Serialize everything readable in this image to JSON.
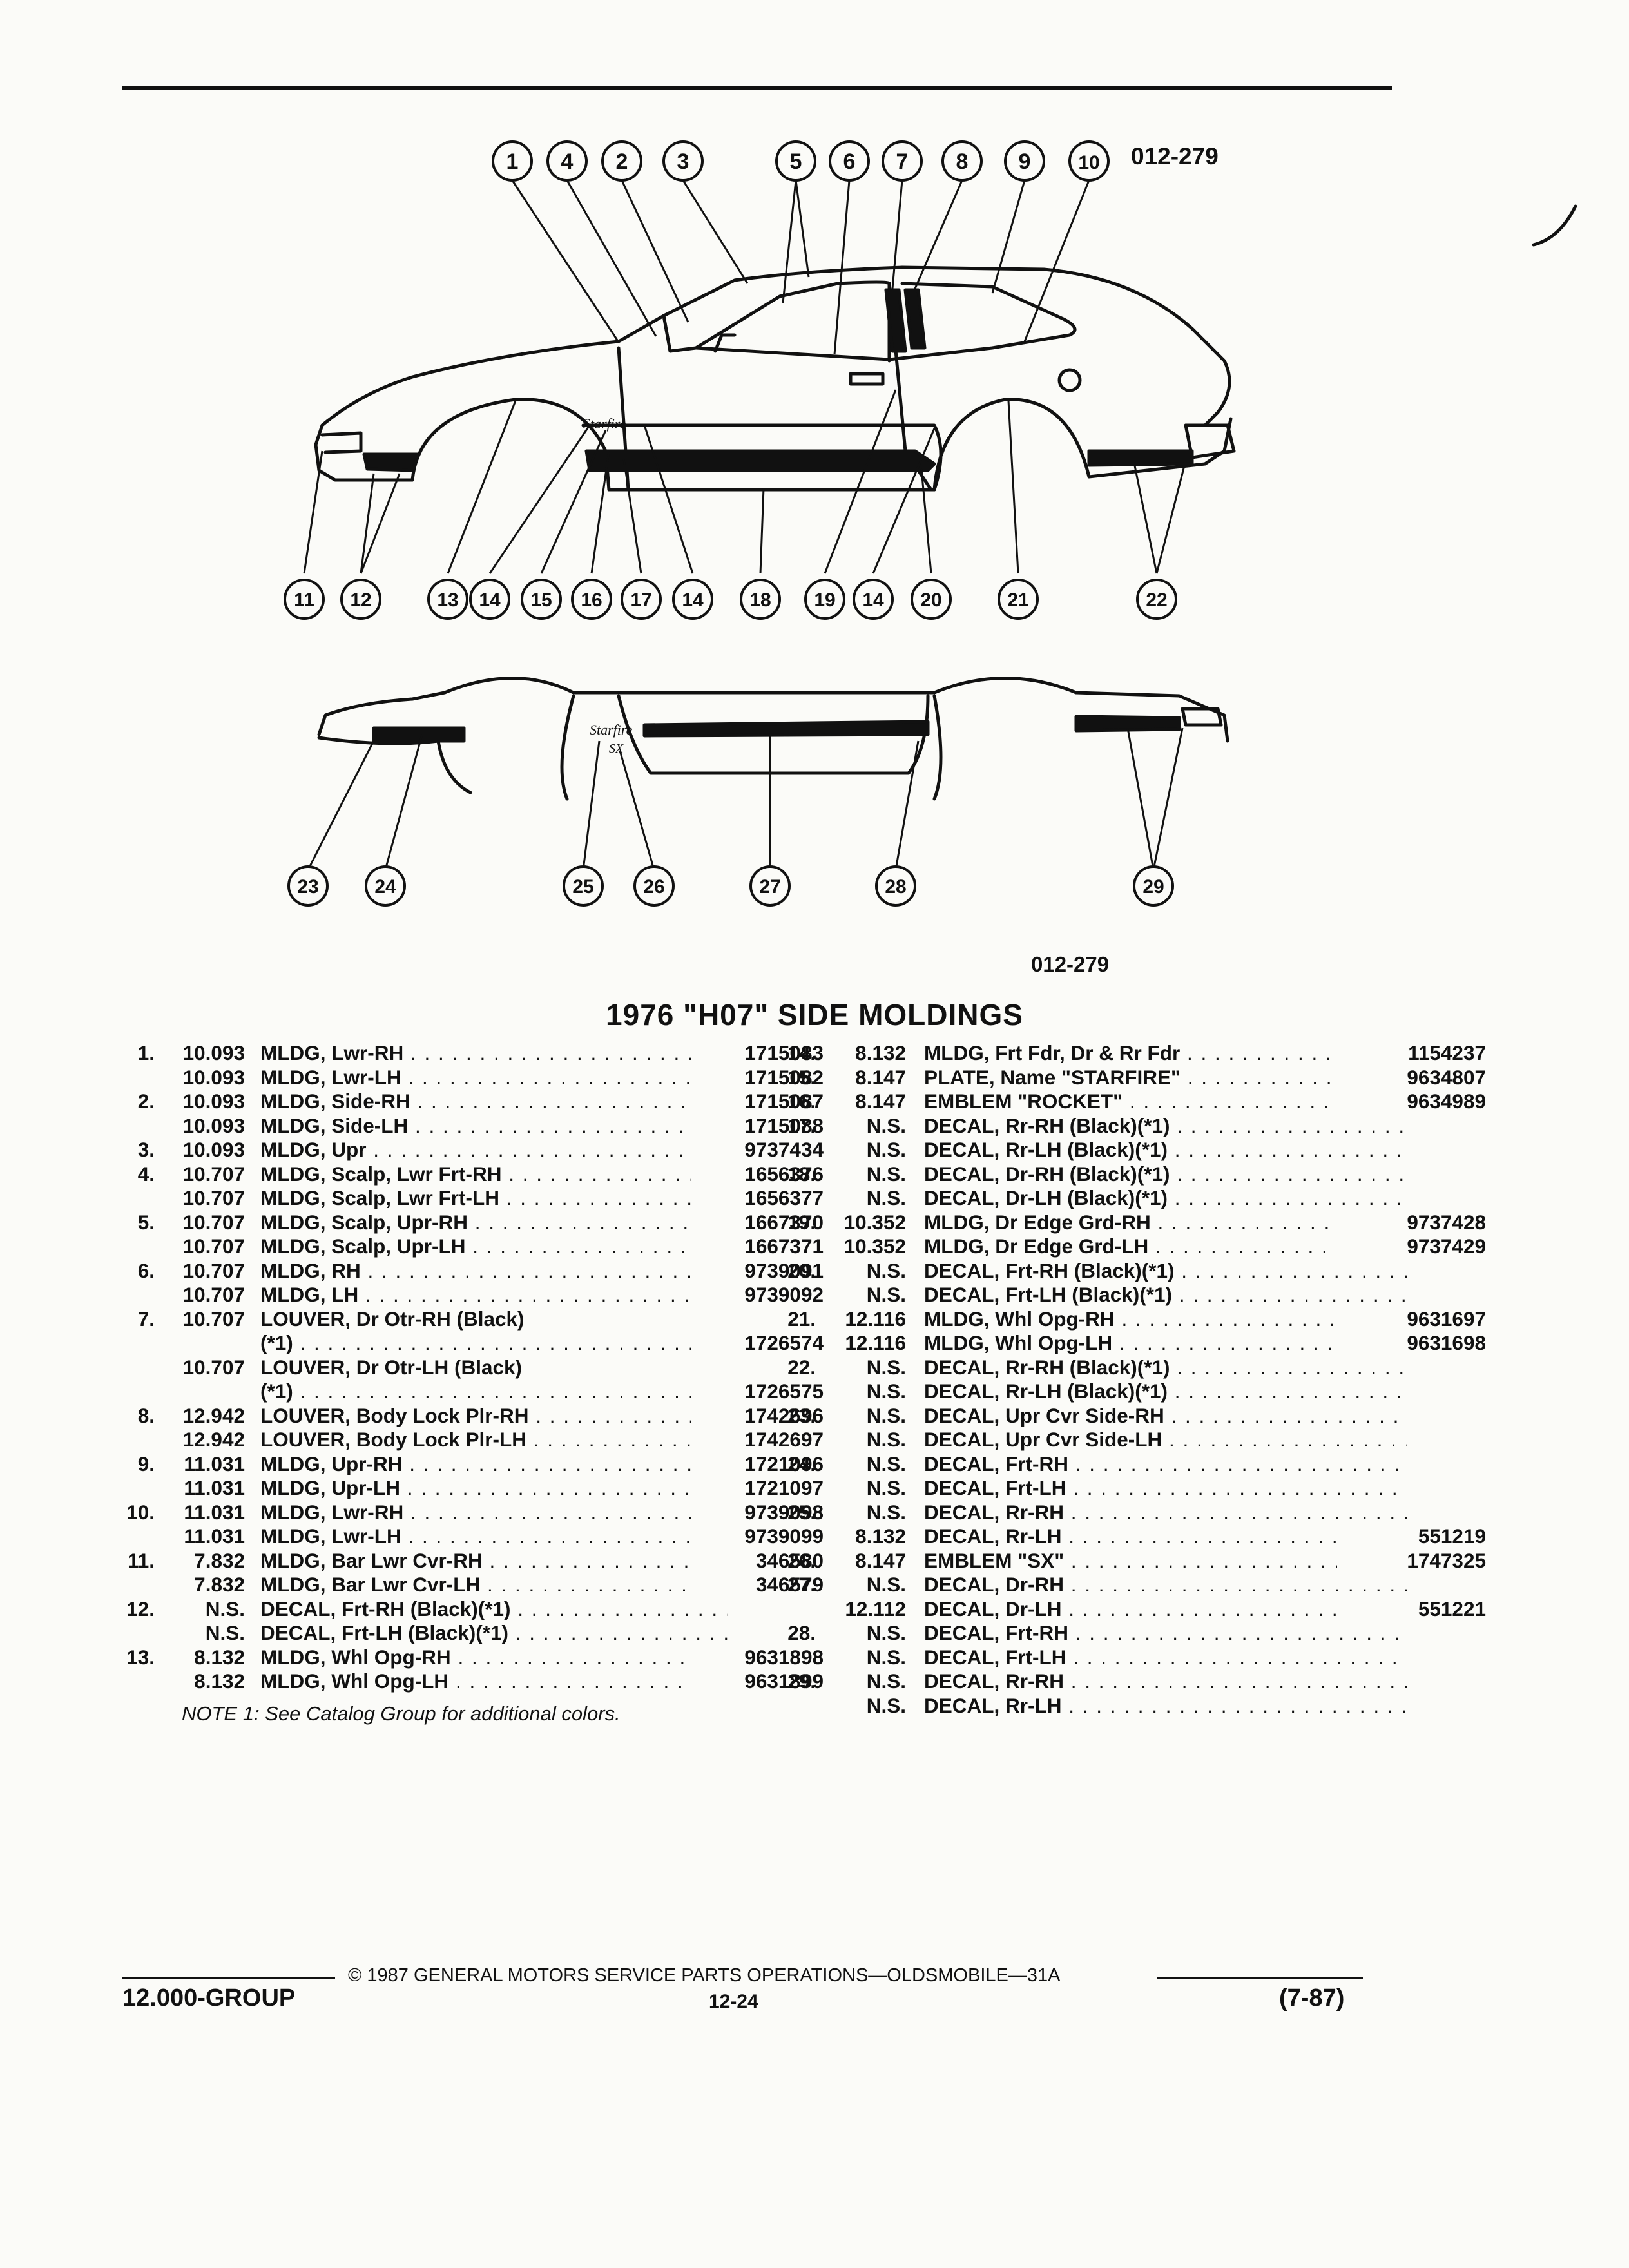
{
  "figure": {
    "code_top": "012-279",
    "code_bottom": "012-279"
  },
  "callouts_top": [
    "1",
    "4",
    "2",
    "3",
    "5",
    "6",
    "7",
    "8",
    "9",
    "10"
  ],
  "callouts_upper_bottom": [
    "11",
    "12",
    "13",
    "14",
    "15",
    "16",
    "17",
    "14",
    "18",
    "19",
    "14",
    "20",
    "21",
    "22"
  ],
  "callouts_lower": [
    "23",
    "24",
    "25",
    "26",
    "27",
    "28",
    "29"
  ],
  "emblem_texts": {
    "starfire": "Starfire",
    "sx": "SX"
  },
  "title": "1976 \"H07\" SIDE MOLDINGS",
  "left_rows": [
    {
      "num": "1.",
      "grp": "10.093",
      "desc": "MLDG, Lwr-RH",
      "part": "1715083"
    },
    {
      "num": "",
      "grp": "10.093",
      "desc": "MLDG, Lwr-LH",
      "part": "1715082"
    },
    {
      "num": "2.",
      "grp": "10.093",
      "desc": "MLDG, Side-RH",
      "part": "1715087"
    },
    {
      "num": "",
      "grp": "10.093",
      "desc": "MLDG, Side-LH",
      "part": "1715088"
    },
    {
      "num": "3.",
      "grp": "10.093",
      "desc": "MLDG, Upr",
      "part": "9737434"
    },
    {
      "num": "4.",
      "grp": "10.707",
      "desc": "MLDG, Scalp, Lwr Frt-RH",
      "part": "1656376"
    },
    {
      "num": "",
      "grp": "10.707",
      "desc": "MLDG, Scalp, Lwr Frt-LH",
      "part": "1656377"
    },
    {
      "num": "5.",
      "grp": "10.707",
      "desc": "MLDG, Scalp, Upr-RH",
      "part": "1667370"
    },
    {
      "num": "",
      "grp": "10.707",
      "desc": "MLDG, Scalp, Upr-LH",
      "part": "1667371"
    },
    {
      "num": "6.",
      "grp": "10.707",
      "desc": "MLDG, RH",
      "part": "9739091"
    },
    {
      "num": "",
      "grp": "10.707",
      "desc": "MLDG, LH",
      "part": "9739092"
    },
    {
      "num": "7.",
      "grp": "10.707",
      "desc": "LOUVER, Dr Otr-RH (Black)",
      "part": "",
      "nodots": true
    },
    {
      "num": "",
      "grp": "",
      "desc": "(*1)",
      "part": "1726574"
    },
    {
      "num": "",
      "grp": "10.707",
      "desc": "LOUVER, Dr Otr-LH (Black)",
      "part": "",
      "nodots": true
    },
    {
      "num": "",
      "grp": "",
      "desc": "(*1)",
      "part": "1726575"
    },
    {
      "num": "8.",
      "grp": "12.942",
      "desc": "LOUVER, Body Lock Plr-RH",
      "part": "1742696"
    },
    {
      "num": "",
      "grp": "12.942",
      "desc": "LOUVER, Body Lock Plr-LH",
      "part": "1742697"
    },
    {
      "num": "9.",
      "grp": "11.031",
      "desc": "MLDG, Upr-RH",
      "part": "1721096"
    },
    {
      "num": "",
      "grp": "11.031",
      "desc": "MLDG, Upr-LH",
      "part": "1721097"
    },
    {
      "num": "10.",
      "grp": "11.031",
      "desc": "MLDG, Lwr-RH",
      "part": "9739098"
    },
    {
      "num": "",
      "grp": "11.031",
      "desc": "MLDG, Lwr-LH",
      "part": "9739099"
    },
    {
      "num": "11.",
      "grp": "7.832",
      "desc": "MLDG, Bar Lwr Cvr-RH",
      "part": "346580"
    },
    {
      "num": "",
      "grp": "7.832",
      "desc": "MLDG, Bar Lwr Cvr-LH",
      "part": "346579"
    },
    {
      "num": "12.",
      "grp": "N.S.",
      "desc": "DECAL, Frt-RH (Black)(*1)",
      "part": ""
    },
    {
      "num": "",
      "grp": "N.S.",
      "desc": "DECAL, Frt-LH (Black)(*1)",
      "part": ""
    },
    {
      "num": "13.",
      "grp": "8.132",
      "desc": "MLDG, Whl Opg-RH",
      "part": "9631898"
    },
    {
      "num": "",
      "grp": "8.132",
      "desc": "MLDG, Whl Opg-LH",
      "part": "9631899"
    }
  ],
  "right_rows": [
    {
      "num": "14.",
      "grp": "8.132",
      "desc": "MLDG, Frt Fdr, Dr & Rr Fdr",
      "part": "1154237"
    },
    {
      "num": "15.",
      "grp": "8.147",
      "desc": "PLATE, Name \"STARFIRE\"",
      "part": "9634807"
    },
    {
      "num": "16.",
      "grp": "8.147",
      "desc": "EMBLEM \"ROCKET\"",
      "part": "9634989"
    },
    {
      "num": "17.",
      "grp": "N.S.",
      "desc": "DECAL, Rr-RH (Black)(*1)",
      "part": ""
    },
    {
      "num": "",
      "grp": "N.S.",
      "desc": "DECAL, Rr-LH (Black)(*1)",
      "part": ""
    },
    {
      "num": "18.",
      "grp": "N.S.",
      "desc": "DECAL, Dr-RH (Black)(*1)",
      "part": ""
    },
    {
      "num": "",
      "grp": "N.S.",
      "desc": "DECAL, Dr-LH (Black)(*1)",
      "part": ""
    },
    {
      "num": "19.",
      "grp": "10.352",
      "desc": "MLDG, Dr Edge Grd-RH",
      "part": "9737428"
    },
    {
      "num": "",
      "grp": "10.352",
      "desc": "MLDG, Dr Edge Grd-LH",
      "part": "9737429"
    },
    {
      "num": "20.",
      "grp": "N.S.",
      "desc": "DECAL, Frt-RH (Black)(*1)",
      "part": ""
    },
    {
      "num": "",
      "grp": "N.S.",
      "desc": "DECAL, Frt-LH (Black)(*1)",
      "part": ""
    },
    {
      "num": "21.",
      "grp": "12.116",
      "desc": "MLDG, Whl Opg-RH",
      "part": "9631697"
    },
    {
      "num": "",
      "grp": "12.116",
      "desc": "MLDG, Whl Opg-LH",
      "part": "9631698"
    },
    {
      "num": "22.",
      "grp": "N.S.",
      "desc": "DECAL, Rr-RH (Black)(*1)",
      "part": ""
    },
    {
      "num": "",
      "grp": "N.S.",
      "desc": "DECAL, Rr-LH (Black)(*1)",
      "part": ""
    },
    {
      "num": "23.",
      "grp": "N.S.",
      "desc": "DECAL, Upr Cvr Side-RH",
      "part": ""
    },
    {
      "num": "",
      "grp": "N.S.",
      "desc": "DECAL, Upr Cvr Side-LH",
      "part": ""
    },
    {
      "num": "24.",
      "grp": "N.S.",
      "desc": "DECAL, Frt-RH",
      "part": ""
    },
    {
      "num": "",
      "grp": "N.S.",
      "desc": "DECAL, Frt-LH",
      "part": ""
    },
    {
      "num": "25.",
      "grp": "N.S.",
      "desc": "DECAL, Rr-RH",
      "part": ""
    },
    {
      "num": "",
      "grp": "8.132",
      "desc": "DECAL, Rr-LH",
      "part": "551219"
    },
    {
      "num": "26.",
      "grp": "8.147",
      "desc": "EMBLEM \"SX\"",
      "part": "1747325"
    },
    {
      "num": "27.",
      "grp": "N.S.",
      "desc": "DECAL, Dr-RH",
      "part": ""
    },
    {
      "num": "",
      "grp": "12.112",
      "desc": "DECAL, Dr-LH",
      "part": "551221"
    },
    {
      "num": "28.",
      "grp": "N.S.",
      "desc": "DECAL, Frt-RH",
      "part": ""
    },
    {
      "num": "",
      "grp": "N.S.",
      "desc": "DECAL, Frt-LH",
      "part": ""
    },
    {
      "num": "29.",
      "grp": "N.S.",
      "desc": "DECAL, Rr-RH",
      "part": ""
    },
    {
      "num": "",
      "grp": "N.S.",
      "desc": "DECAL, Rr-LH",
      "part": ""
    }
  ],
  "note": "NOTE 1: See Catalog Group for additional colors.",
  "footer": {
    "copyright": "© 1987 GENERAL MOTORS SERVICE PARTS OPERATIONS—OLDSMOBILE—31A",
    "group": "12.000-GROUP",
    "page": "12-24",
    "date": "(7-87)"
  }
}
